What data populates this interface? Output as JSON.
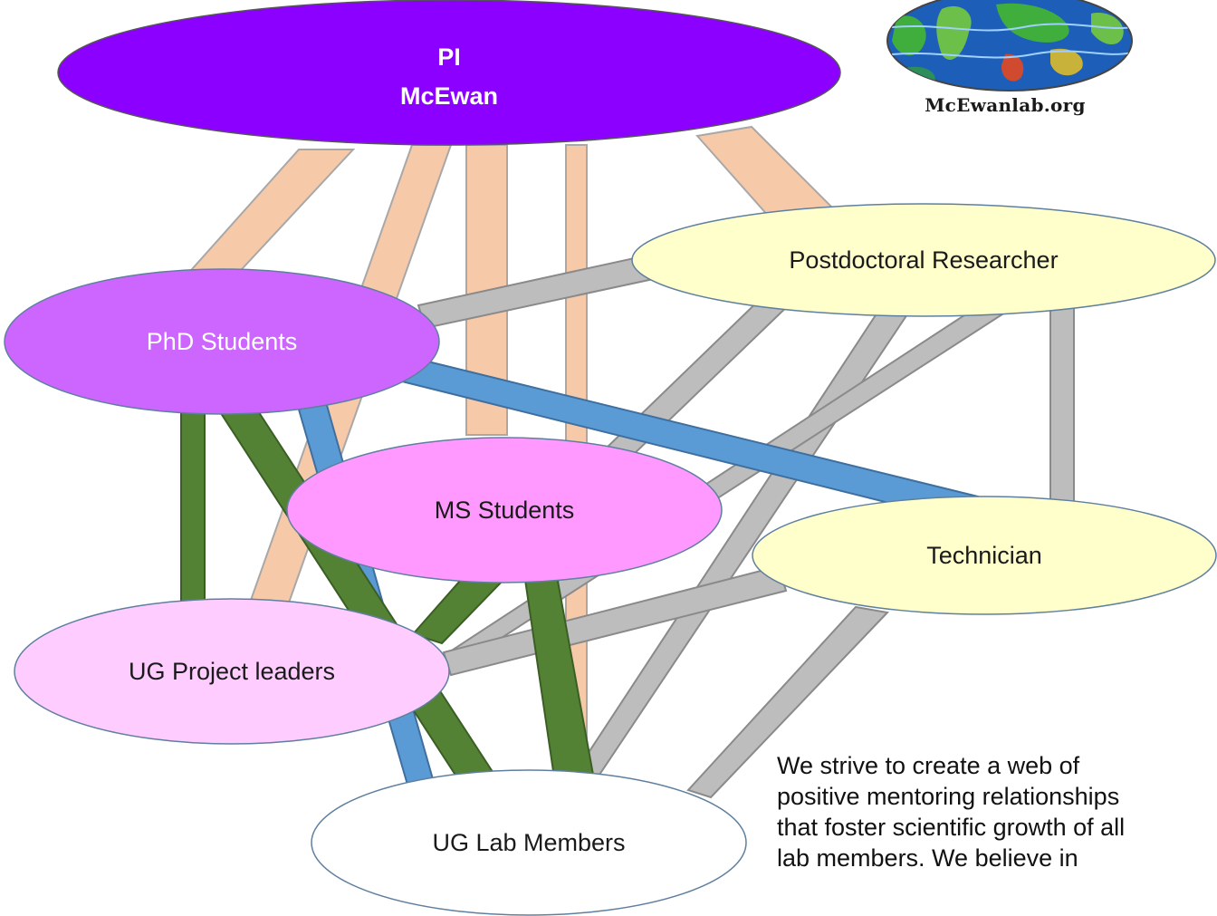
{
  "colors": {
    "pi": "#8c00ff",
    "phd": "#cc66ff",
    "ms": "#ff99ff",
    "ug_leaders": "#ffccff",
    "postdoc": "#ffffcc",
    "technician": "#ffffcc",
    "ug_members": "#ffffff",
    "link_pi": "#f6c9a8",
    "link_peer": "#bdbdbd",
    "link_phd": "#5b9bd5",
    "link_mentor": "#548235"
  },
  "nodes": {
    "pi": {
      "line1": "PI",
      "line2": "McEwan"
    },
    "postdoc": {
      "label": "Postdoctoral Researcher"
    },
    "phd": {
      "label": "PhD Students"
    },
    "ms": {
      "label": "MS Students"
    },
    "technician": {
      "label": "Technician"
    },
    "ug_leaders": {
      "label": "UG Project leaders"
    },
    "ug_members": {
      "label": "UG Lab Members"
    }
  },
  "logo": {
    "text": "McEwanlab.org",
    "icon": "world-map-brain-icon"
  },
  "mission": {
    "text": "We strive to create a web of\npositive mentoring relationships\nthat foster scientific growth of all\nlab members.  We believe in"
  }
}
